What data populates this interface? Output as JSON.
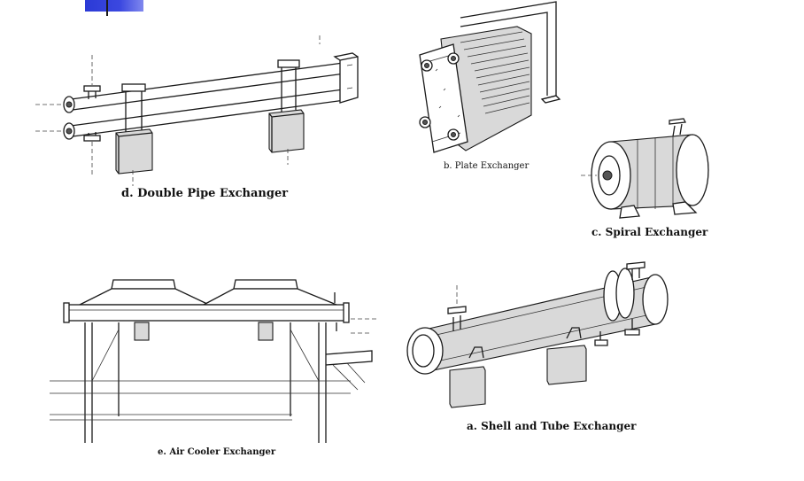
{
  "captions": {
    "double_pipe": "d. Double Pipe Exchanger",
    "plate": "b. Plate Exchanger",
    "spiral": "c. Spiral Exchanger",
    "air_cooler": "e. Air Cooler Exchanger",
    "shell_tube": "a. Shell and Tube Exchanger"
  }
}
